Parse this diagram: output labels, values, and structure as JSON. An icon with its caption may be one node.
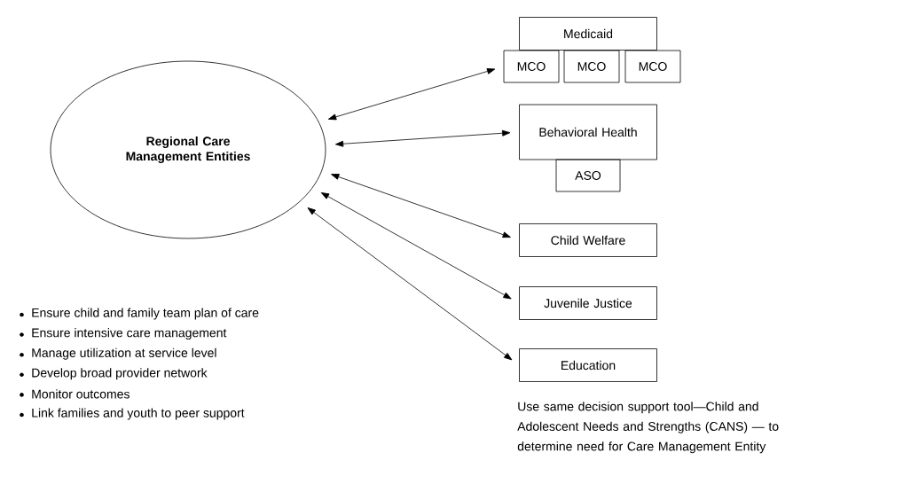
{
  "diagram": {
    "nodes": [
      {
        "text": [
          "Regional Care Management Entities"
        ]
      },
      {
        "text": [
          "Medicaid"
        ]
      },
      {
        "text": [
          "MCO"
        ]
      },
      {
        "text": [
          "MCO"
        ]
      },
      {
        "text": [
          "MCO"
        ]
      },
      {
        "text": [
          "Behavioral Health"
        ]
      },
      {
        "text": [
          "ASO"
        ]
      },
      {
        "text": [
          "Child Welfare"
        ]
      },
      {
        "text": [
          "Juvenile Justice"
        ]
      },
      {
        "text": [
          "Education"
        ]
      }
    ],
    "edges": [
      {
        "from": 0,
        "to": 2,
        "arrow": "both"
      },
      {
        "from": 0,
        "to": 5,
        "arrow": "both"
      },
      {
        "from": 0,
        "to": 7,
        "arrow": "both"
      },
      {
        "from": 0,
        "to": 8,
        "arrow": "both"
      },
      {
        "from": 0,
        "to": 9,
        "arrow": "both"
      }
    ],
    "labels": [
      "Ensure child and family team plan of care",
      "Ensure intensive care management",
      "Manage utilization at service level",
      "Develop broad provider network",
      "Monitor outcomes",
      "Link families and youth to peer support",
      "Use same decision support tool—Child and Adolescent Needs and Strengths (CANS) — to determine need for Care Management Entity"
    ]
  }
}
